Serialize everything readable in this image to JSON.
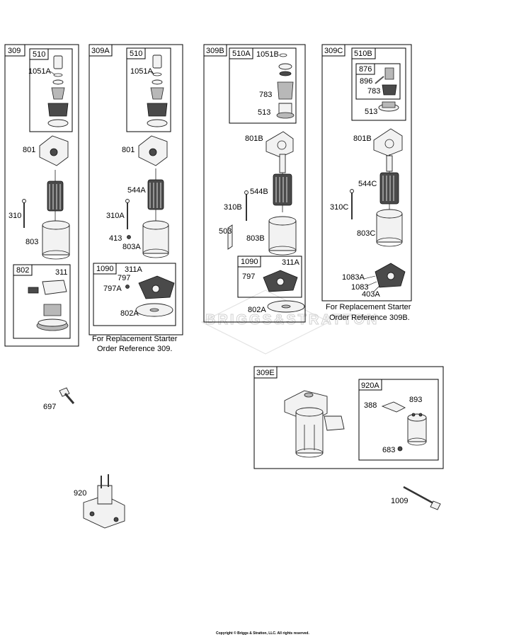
{
  "groups": {
    "g309": "309",
    "g510": "510",
    "g802": "802",
    "g309A": "309A",
    "g510a": "510",
    "g1090a": "1090",
    "g309B": "309B",
    "g510A": "510A",
    "g1090b": "1090",
    "g309C": "309C",
    "g510B": "510B",
    "g876": "876",
    "g309E": "309E",
    "g920A": "920A"
  },
  "labels": {
    "l1051A_1": "1051A",
    "l801_1": "801",
    "l310": "310",
    "l803": "803",
    "l311": "311",
    "l1051A_2": "1051A",
    "l801_2": "801",
    "l544A": "544A",
    "l310A": "310A",
    "l413": "413",
    "l803A": "803A",
    "l311A_1": "311A",
    "l797_1": "797",
    "l797A": "797A",
    "l802A_1": "802A",
    "l1051B": "1051B",
    "l783_1": "783",
    "l513_1": "513",
    "l801B_1": "801B",
    "l544B": "544B",
    "l310B": "310B",
    "l503": "503",
    "l803B": "803B",
    "l311A_2": "311A",
    "l797_2": "797",
    "l802A_2": "802A",
    "l896": "896",
    "l783_2": "783",
    "l513_2": "513",
    "l801B_2": "801B",
    "l544C": "544C",
    "l310C": "310C",
    "l803C": "803C",
    "l1083A": "1083A",
    "l1083": "1083",
    "l403A": "403A",
    "l697": "697",
    "l388": "388",
    "l893": "893",
    "l683": "683",
    "l920": "920",
    "l1009": "1009"
  },
  "notes": {
    "n309_line1": "For Replacement Starter",
    "n309_line2": "Order Reference 309.",
    "n309B_line1": "For Replacement Starter",
    "n309B_line2": "Order Reference 309B."
  },
  "watermark": "BRIGGS&STRATTON",
  "copyright": "Copyright © Briggs & Stratton, LLC. All rights reserved."
}
